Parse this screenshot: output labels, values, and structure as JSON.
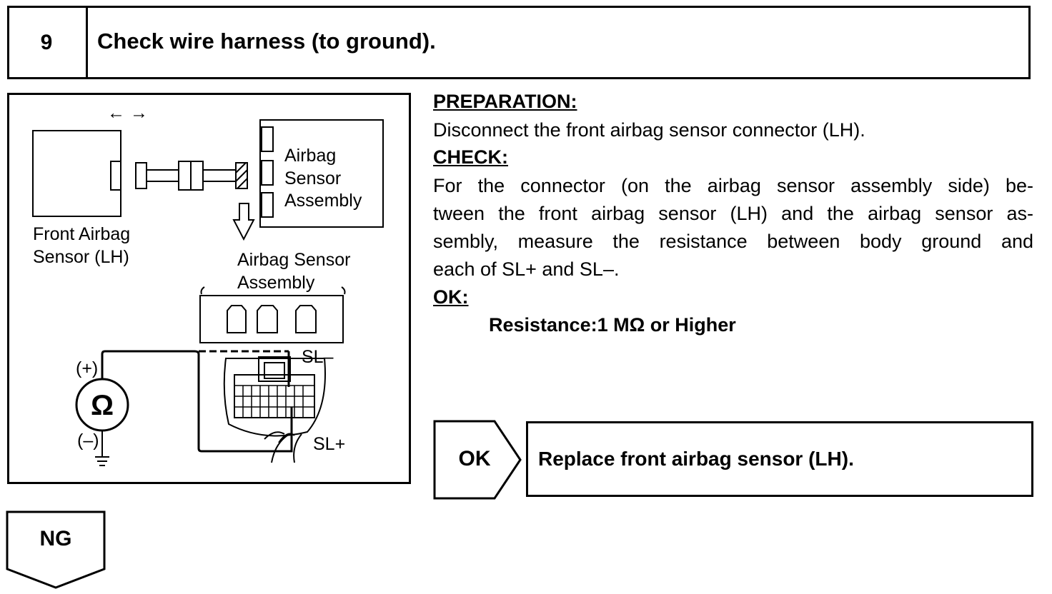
{
  "step": {
    "number": "9",
    "title": "Check wire harness (to ground)."
  },
  "diagram": {
    "front_sensor_label_1": "Front Airbag",
    "front_sensor_label_2": "Sensor (LH)",
    "assembly_label_1": "Airbag",
    "assembly_label_2": "Sensor",
    "assembly_label_3": "Assembly",
    "connector_label_1": "Airbag Sensor",
    "connector_label_2": "Assembly",
    "arrows": "← →",
    "plus": "(+)",
    "minus": "(–)",
    "ohm": "Ω",
    "sl_minus": "SL–",
    "sl_plus": "SL+"
  },
  "instructions": {
    "preparation_heading": "PREPARATION:",
    "preparation_text": "Disconnect the front airbag sensor connector (LH).",
    "check_heading": "CHECK:",
    "check_lines": [
      "For the connector (on the airbag sensor assembly side) be-",
      "tween the front airbag sensor (LH) and the airbag sensor as-",
      "sembly, measure the resistance between body ground and",
      "each of SL+ and SL–."
    ],
    "ok_heading": "OK:",
    "ok_spec": "Resistance:1 MΩ or Higher"
  },
  "ok_branch": {
    "label": "OK",
    "result": "Replace front airbag sensor (LH)."
  },
  "ng_branch": {
    "label": "NG"
  }
}
